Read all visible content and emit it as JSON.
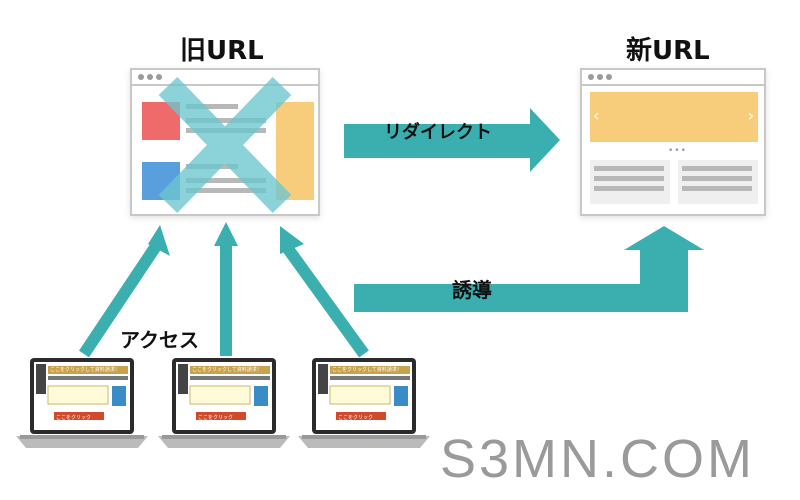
{
  "titles": {
    "old": "旧URL",
    "new": "新URL"
  },
  "labels": {
    "redirect": "リダイレクト",
    "guide": "誘導",
    "access": "アクセス"
  },
  "watermark": "S3MN.COM",
  "colors": {
    "arrow": "#3bafb0",
    "red_block": "#ef6a6a",
    "blue_block": "#5a9fdd",
    "yellow_block": "#f7cd7c",
    "x_mark": "#6cc6cf"
  },
  "laptop_screen": {
    "header_text": "ここをクリックして資料請求！",
    "button_text": "ここをクリック"
  },
  "icons": [
    "arrow-right",
    "arrow-up",
    "x-mark",
    "chevron-left",
    "chevron-right"
  ]
}
